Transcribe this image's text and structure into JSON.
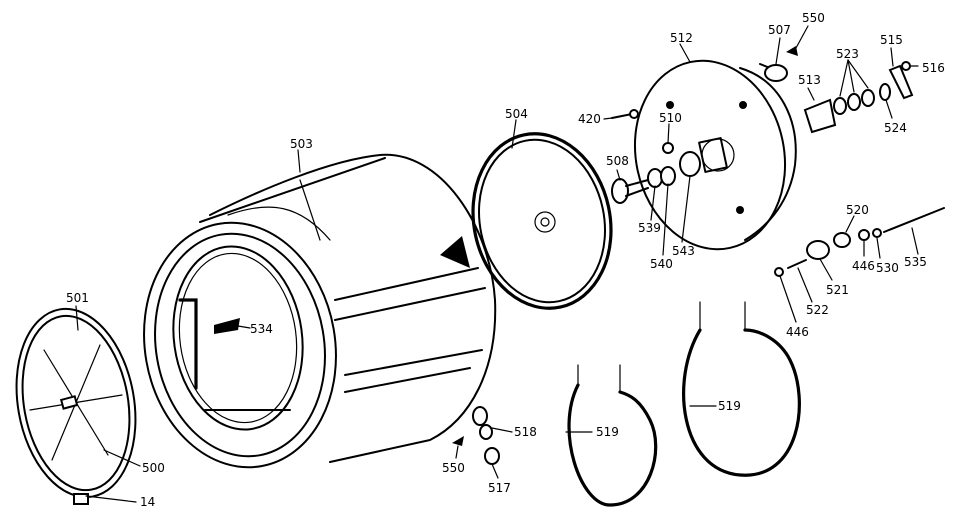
{
  "labels": {
    "l503": "503",
    "l504": "504",
    "l501": "501",
    "l500": "500",
    "l14": "14",
    "l534": "534",
    "l420": "420",
    "l510": "510",
    "l508": "508",
    "l539": "539",
    "l540": "540",
    "l543": "543",
    "l512": "512",
    "l507": "507",
    "l550a": "550",
    "l513": "513",
    "l523": "523",
    "l515": "515",
    "l516": "516",
    "l524": "524",
    "l520": "520",
    "l446a": "446",
    "l530": "530",
    "l535": "535",
    "l521": "521",
    "l522": "522",
    "l446b": "446",
    "l518": "518",
    "l550b": "550",
    "l517": "517",
    "l519a": "519",
    "l519b": "519"
  }
}
